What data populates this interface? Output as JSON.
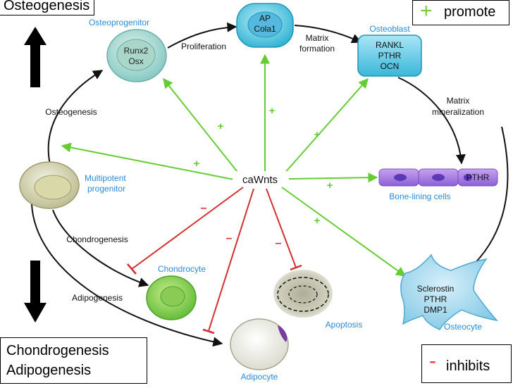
{
  "corner_labels": {
    "top_left": "Osteogenesis",
    "bottom_left_line1": "Chondrogenesis",
    "bottom_left_line2": "Adipogenesis"
  },
  "legend": {
    "promote_symbol": "+",
    "promote_label": "promote",
    "inhibit_symbol": "-",
    "inhibit_label": "inhibits",
    "promote_color": "#7ac943",
    "inhibit_color": "#e53935"
  },
  "center": {
    "label": "caWnts"
  },
  "cells": {
    "osteoprogenitor": {
      "title": "Osteoprogenitor",
      "markers": [
        "Runx2",
        "Osx"
      ]
    },
    "ap_cell": {
      "markers": [
        "AP",
        "Cola1"
      ]
    },
    "osteoblast": {
      "title": "Osteoblast",
      "markers": [
        "RANKL",
        "PTHR",
        "OCN"
      ]
    },
    "bone_lining": {
      "title": "Bone-lining cells",
      "marker": "PTHR"
    },
    "osteocyte": {
      "title": "Osteocyte",
      "markers": [
        "Sclerostin",
        "PTHR",
        "DMP1"
      ]
    },
    "multipotent": {
      "title_line1": "Multipotent",
      "title_line2": "progenitor"
    },
    "chondrocyte": {
      "title": "Chondrocyte"
    },
    "adipocyte": {
      "title": "Adipocyte"
    },
    "apoptosis": {
      "title": "Apoptosis"
    }
  },
  "process_labels": {
    "proliferation": "Proliferation",
    "matrix_formation_line1": "Matrix",
    "matrix_formation_line2": "formation",
    "matrix_mineralization_line1": "Matrix",
    "matrix_mineralization_line2": "mineralization",
    "osteogenesis": "Osteogenesis",
    "chondrogenesis": "Chondrogenesis",
    "adipogenesis": "Adipogenesis"
  },
  "signs": {
    "plus": "+",
    "minus": "–"
  },
  "colors": {
    "title_blue": "#2b8ad6",
    "green_arrow": "#66cc33",
    "red_arrow": "#d32f2f"
  }
}
